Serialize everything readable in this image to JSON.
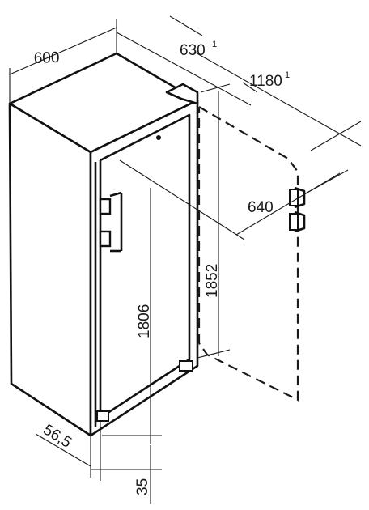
{
  "dimensions": {
    "width": "600",
    "depth": "630",
    "depth_note": "1",
    "depth_door_open": "1180",
    "depth_door_open_note": "1",
    "door_open_width": "640",
    "total_height": "1852",
    "body_height": "1806",
    "door_offset": "56,5",
    "foot_height": "35"
  },
  "icons": [
    "freezer-drawing"
  ]
}
